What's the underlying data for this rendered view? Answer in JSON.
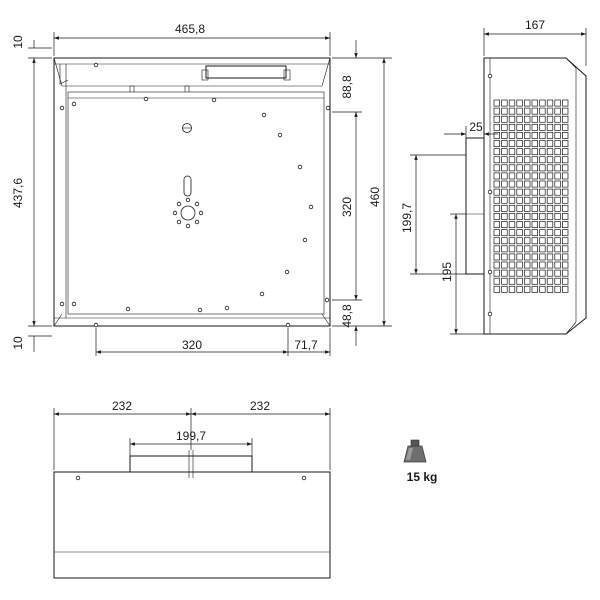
{
  "front_view": {
    "dims": {
      "width_top": "465,8",
      "height_left": "437,6",
      "edge_top": "10",
      "edge_bottom": "10",
      "right_top": "88,8",
      "right_mid": "320",
      "right_total": "460",
      "right_bottom": "48,8",
      "bottom_span": "320",
      "bottom_right": "71,7"
    }
  },
  "side_view": {
    "dims": {
      "depth_top": "167",
      "flange": "25",
      "mount_height": "199,7",
      "lower_height": "195"
    }
  },
  "bottom_view": {
    "dims": {
      "half_left": "232",
      "half_right": "232",
      "mount_width": "199,7"
    }
  },
  "weight": {
    "label": "15 kg",
    "icon": "weight-icon"
  }
}
